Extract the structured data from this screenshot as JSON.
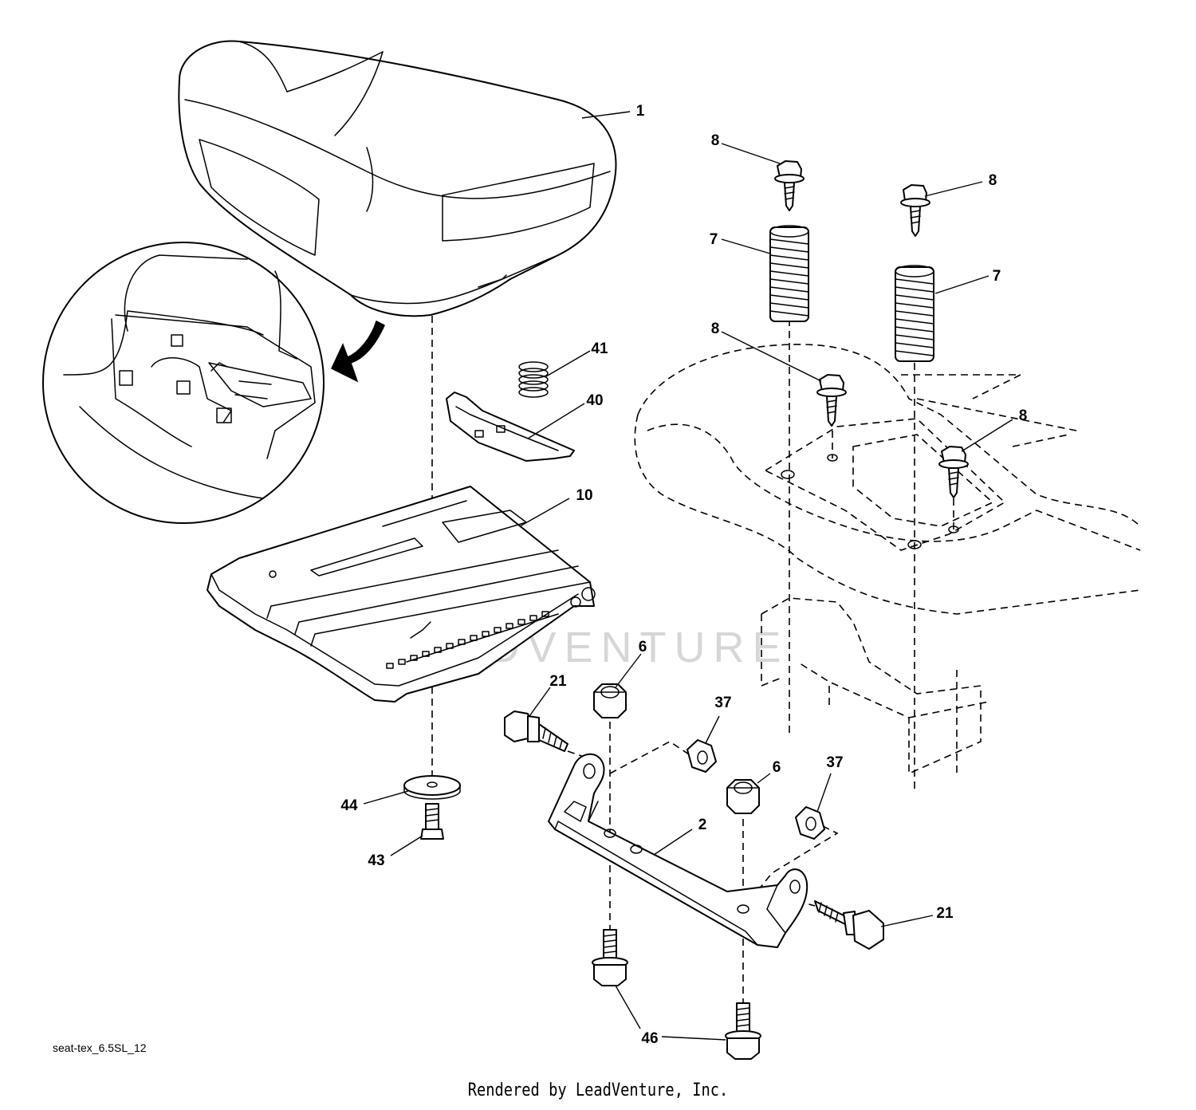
{
  "diagram": {
    "label": "seat-tex_6.5SL_12",
    "credit": "Rendered by LeadVenture, Inc.",
    "watermark": "LEADVENTURE",
    "line_color": "#000000",
    "watermark_color": "#d6d6d6"
  },
  "callouts": [
    {
      "id": "c1",
      "text": "1"
    },
    {
      "id": "c2",
      "text": "2"
    },
    {
      "id": "c6a",
      "text": "6"
    },
    {
      "id": "c6b",
      "text": "6"
    },
    {
      "id": "c7a",
      "text": "7"
    },
    {
      "id": "c7b",
      "text": "7"
    },
    {
      "id": "c8a",
      "text": "8"
    },
    {
      "id": "c8b",
      "text": "8"
    },
    {
      "id": "c8c",
      "text": "8"
    },
    {
      "id": "c8d",
      "text": "8"
    },
    {
      "id": "c10",
      "text": "10"
    },
    {
      "id": "c21a",
      "text": "21"
    },
    {
      "id": "c21b",
      "text": "21"
    },
    {
      "id": "c37a",
      "text": "37"
    },
    {
      "id": "c37b",
      "text": "37"
    },
    {
      "id": "c40",
      "text": "40"
    },
    {
      "id": "c41",
      "text": "41"
    },
    {
      "id": "c43",
      "text": "43"
    },
    {
      "id": "c44",
      "text": "44"
    },
    {
      "id": "c46",
      "text": "46"
    }
  ]
}
